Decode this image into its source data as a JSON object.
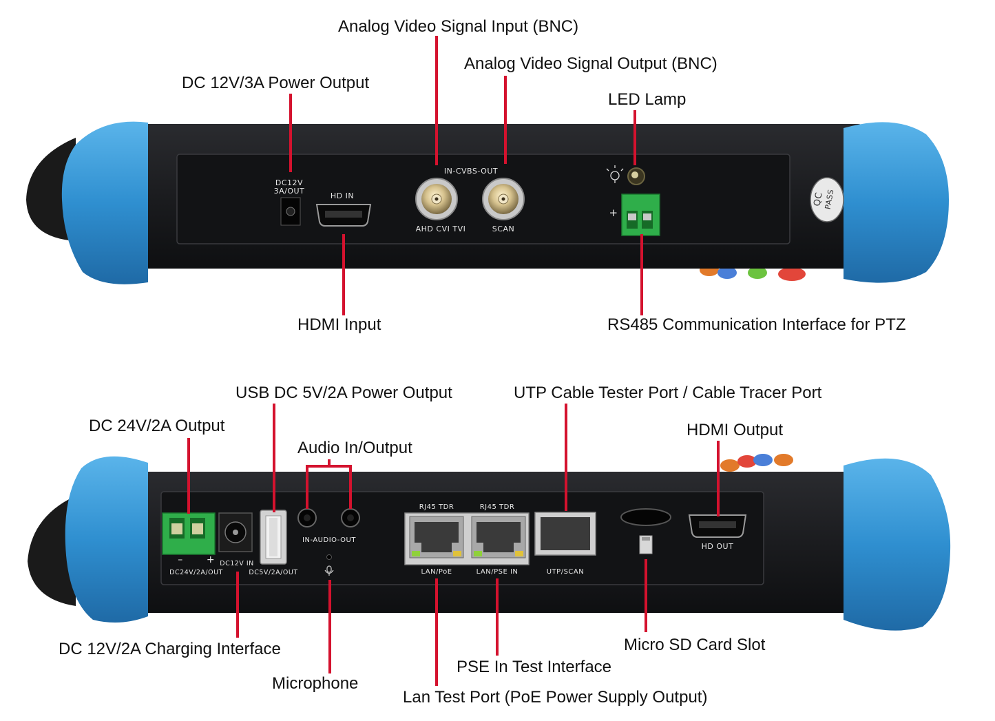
{
  "top": {
    "callouts": {
      "dc_power_out": "DC 12V/3A Power Output",
      "video_in": "Analog Video Signal Input (BNC)",
      "video_out": "Analog Video Signal Output (BNC)",
      "led_lamp": "LED Lamp",
      "hdmi_input": "HDMI Input",
      "rs485": "RS485 Communication Interface for PTZ"
    },
    "panel": {
      "dc_label_1": "DC12V",
      "dc_label_2": "3A/OUT",
      "hd_in": "HD IN",
      "cvbs": "IN-CVBS-OUT",
      "bnc_in": "AHD CVI TVI",
      "bnc_out": "SCAN",
      "plus": "+",
      "qc_1": "QC",
      "qc_2": "PASS"
    }
  },
  "bottom": {
    "callouts": {
      "dc24": "DC 24V/2A Output",
      "usb": "USB DC 5V/2A Power Output",
      "audio": "Audio In/Output",
      "utp": "UTP Cable Tester Port / Cable Tracer Port",
      "hdmi_out": "HDMI Output",
      "dc12_charge": "DC 12V/2A Charging Interface",
      "microphone": "Microphone",
      "pse_in": "PSE In Test Interface",
      "micro_sd": "Micro SD Card Slot",
      "lan": "Lan Test Port (PoE Power Supply Output)"
    },
    "panel": {
      "dc24_label": "DC24V/2A/OUT",
      "minus": "–",
      "plus": "+",
      "dc12_label": "DC12V IN",
      "usb_label": "DC5V/2A/OUT",
      "audio_label": "IN-AUDIO-OUT",
      "rj45_1": "RJ45 TDR",
      "rj45_2": "RJ45 TDR",
      "lan_poe": "LAN/PoE",
      "lan_pse": "LAN/PSE IN",
      "utp_scan": "UTP/SCAN",
      "hd_out": "HD OUT"
    }
  },
  "colors": {
    "lead": "#d4122e",
    "bumper": "#3a98d6",
    "body": "#1b1c1f",
    "panel": "#111214",
    "terminal": "#2fae4a"
  }
}
